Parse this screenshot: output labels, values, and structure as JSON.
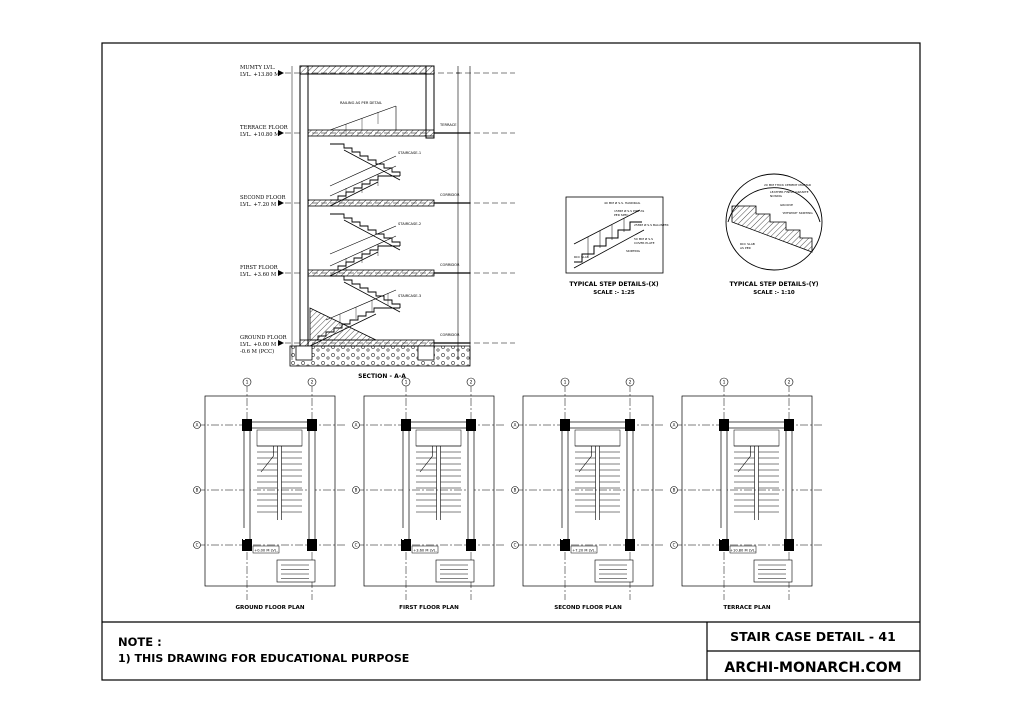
{
  "section": {
    "title": "SECTION - A-A",
    "levels": [
      {
        "name": "MUMTY LVL.",
        "value": "LVL. +13.80 M"
      },
      {
        "name": "TERRACE FLOOR",
        "value": "LVL. +10.80 M"
      },
      {
        "name": "SECOND FLOOR",
        "value": "LVL. +7.20 M"
      },
      {
        "name": "FIRST FLOOR",
        "value": "LVL. +3.60 M"
      },
      {
        "name": "GROUND FLOOR",
        "value": "LVL. +0.00 M"
      }
    ],
    "pcc_level": "-0.6 M (PCC)",
    "annotations": [
      "RAILING AS PER DETAIL",
      "STAIRCASE-1",
      "STAIRCASE-2",
      "STAIRCASE-3",
      "TERRACE",
      "CORRIDOR",
      "CORRIDOR",
      "CORRIDOR"
    ]
  },
  "details": [
    {
      "title": "TYPICAL STEP DETAILS-(X)",
      "scale": "SCALE :- 1:25"
    },
    {
      "title": "TYPICAL STEP DETAILS-(Y)",
      "scale": "SCALE :- 1:10"
    }
  ],
  "plans": [
    {
      "title": "GROUND FLOOR PLAN",
      "level": "+0.00 M LVL."
    },
    {
      "title": "FIRST FLOOR PLAN",
      "level": "+3.60 M LVL."
    },
    {
      "title": "SECOND FLOOR PLAN",
      "level": "+7.20 M LVL."
    },
    {
      "title": "TERRACE PLAN",
      "level": "+10.80 M LVL."
    }
  ],
  "grid_labels": {
    "columns": [
      "1",
      "2"
    ],
    "rows": [
      "A",
      "B",
      "C"
    ]
  },
  "note": {
    "heading": "NOTE :",
    "line1": "1) THIS DRAWING FOR EDUCATIONAL PURPOSE"
  },
  "title_block": {
    "title": "STAIR CASE DETAIL - 41",
    "brand": "ARCHI-MONARCH.COM"
  }
}
